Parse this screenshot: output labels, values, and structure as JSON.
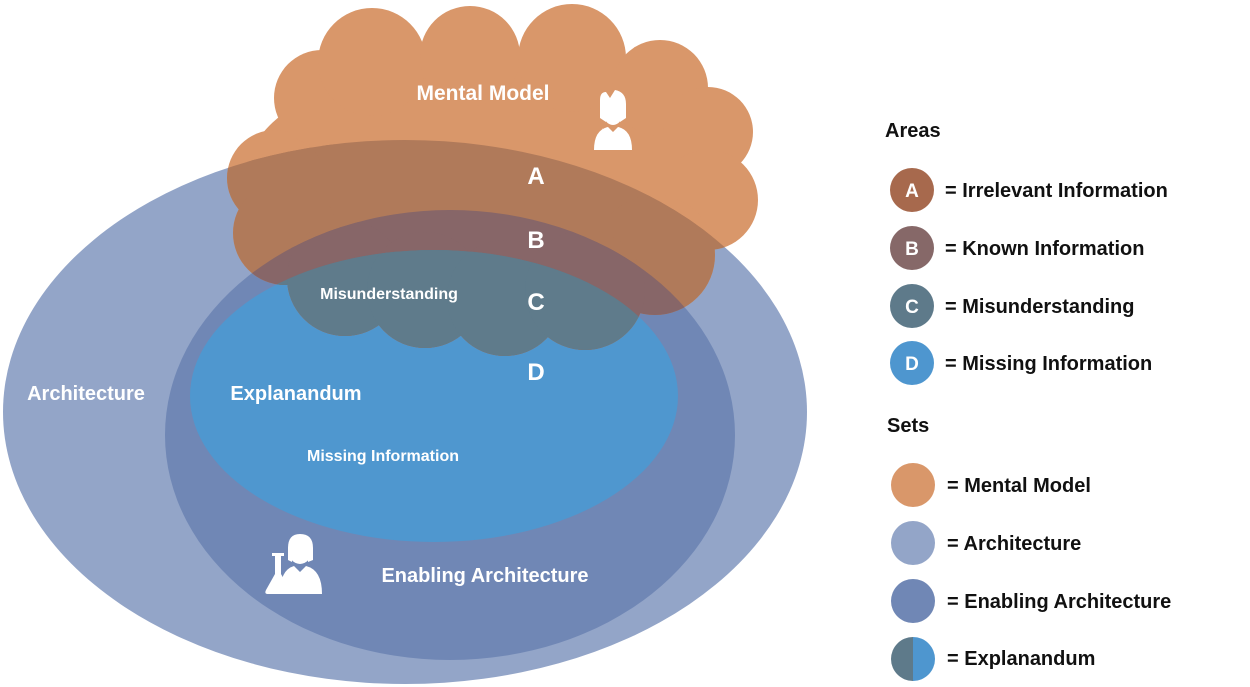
{
  "diagram": {
    "labels": {
      "mental_model": "Mental Model",
      "architecture": "Architecture",
      "explanandum": "Explanandum",
      "enabling_architecture": "Enabling Architecture",
      "misunderstanding": "Misunderstanding",
      "missing_information": "Missing Information",
      "area_a": "A",
      "area_b": "B",
      "area_c": "C",
      "area_d": "D"
    },
    "icons": {
      "user": "woman-user-icon",
      "scientist": "woman-scientist-icon"
    }
  },
  "legend": {
    "areas_title": "Areas",
    "areas": [
      {
        "letter": "A",
        "text": "= Irrelevant Information",
        "color": "#a7694d"
      },
      {
        "letter": "B",
        "text": "= Known Information",
        "color": "#866868"
      },
      {
        "letter": "C",
        "text": "= Misunderstanding",
        "color": "#5e7a8a"
      },
      {
        "letter": "D",
        "text": "= Missing Information",
        "color": "#4e96cf"
      }
    ],
    "sets_title": "Sets",
    "sets": [
      {
        "text": "= Mental Model",
        "color": "#d9976a"
      },
      {
        "text": "= Architecture",
        "color": "#93a5c8"
      },
      {
        "text": "= Enabling Architecture",
        "color": "#7087b5"
      },
      {
        "text": "= Explanandum",
        "color_left": "#5e7a8a",
        "color_right": "#4e96cf"
      }
    ]
  },
  "colors": {
    "mental_model": "#d9976a",
    "architecture": "#93a5c8",
    "enabling_architecture": "#7087b5",
    "explanandum": "#4f97cf"
  }
}
